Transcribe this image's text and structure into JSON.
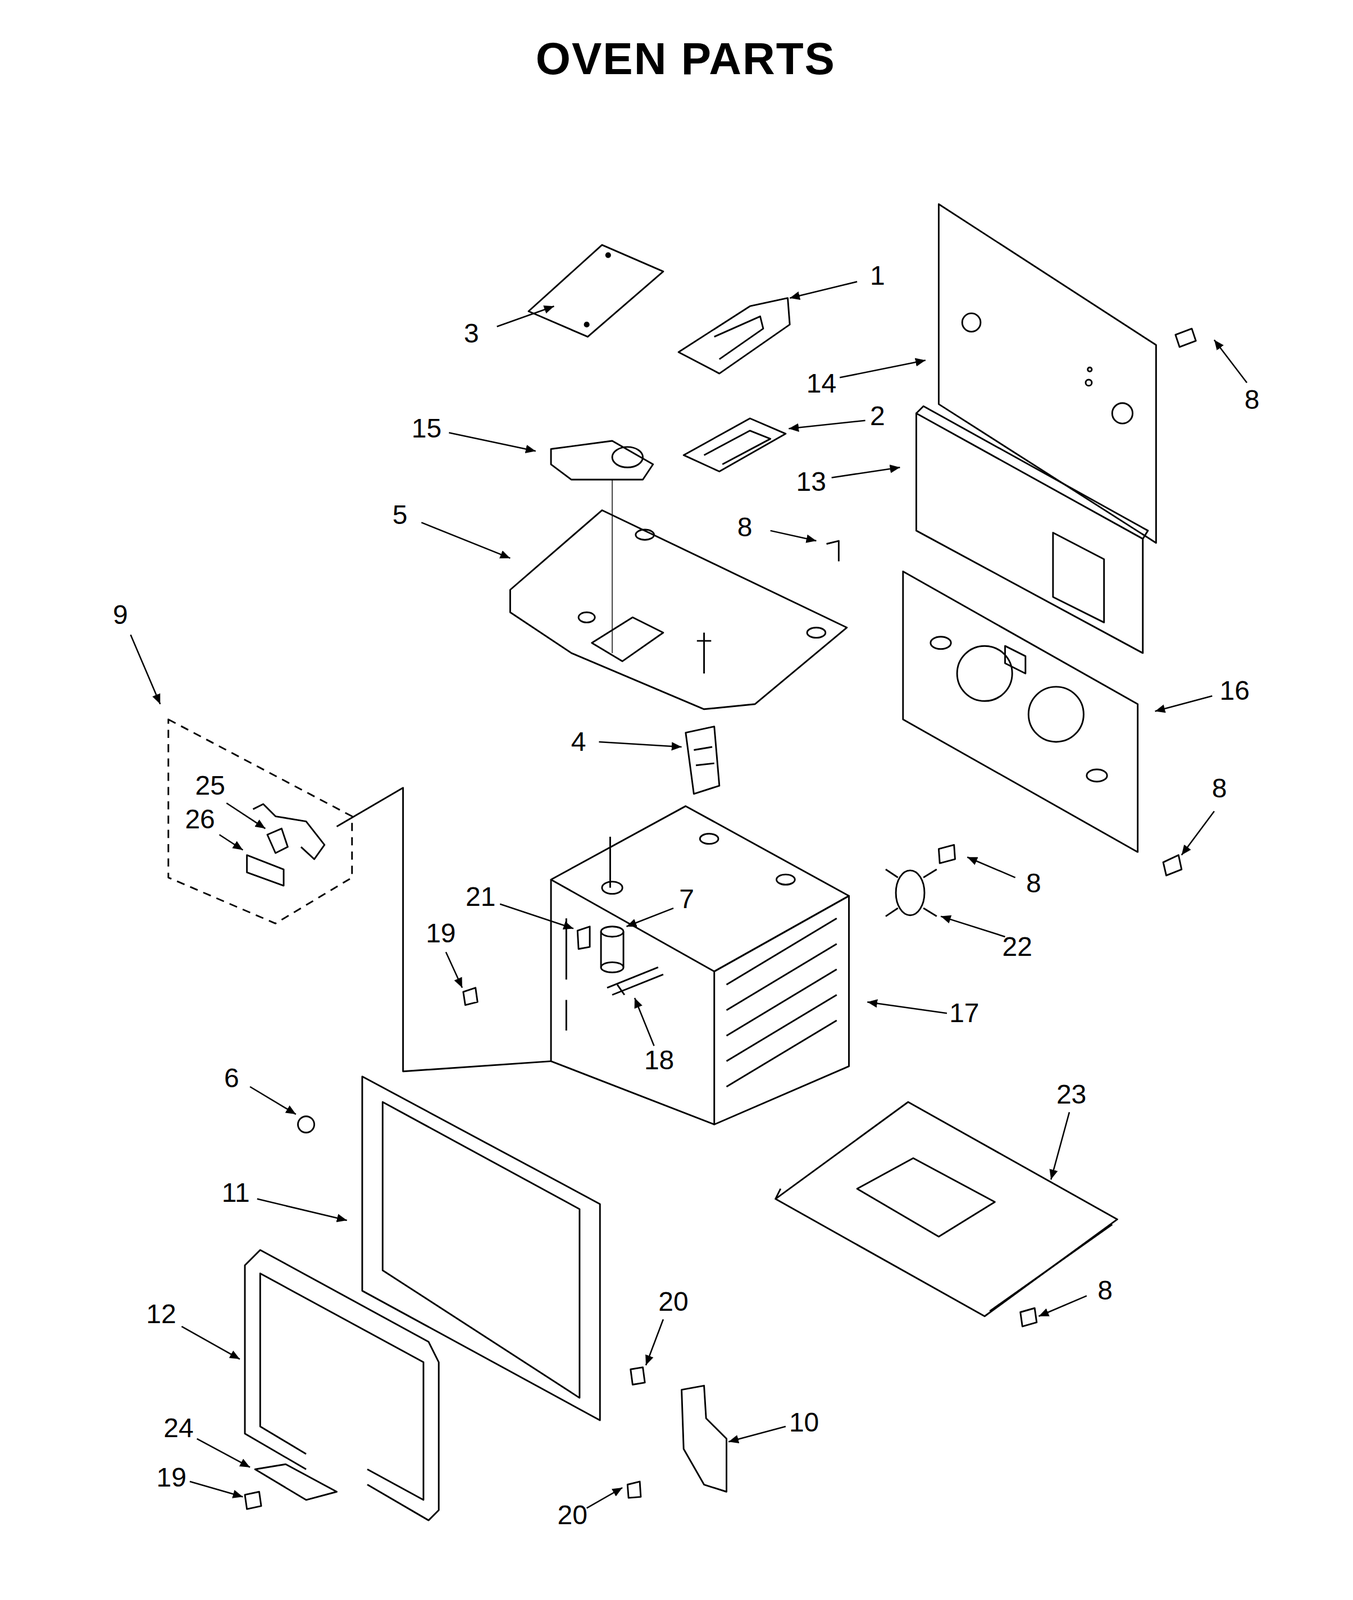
{
  "diagram": {
    "title": "OVEN PARTS",
    "labels": [
      "1",
      "3",
      "14",
      "8",
      "15",
      "2",
      "13",
      "5",
      "8",
      "9",
      "16",
      "4",
      "25",
      "8",
      "26",
      "8",
      "21",
      "7",
      "19",
      "22",
      "17",
      "18",
      "6",
      "23",
      "11",
      "8",
      "20",
      "12",
      "10",
      "24",
      "20",
      "19"
    ]
  }
}
